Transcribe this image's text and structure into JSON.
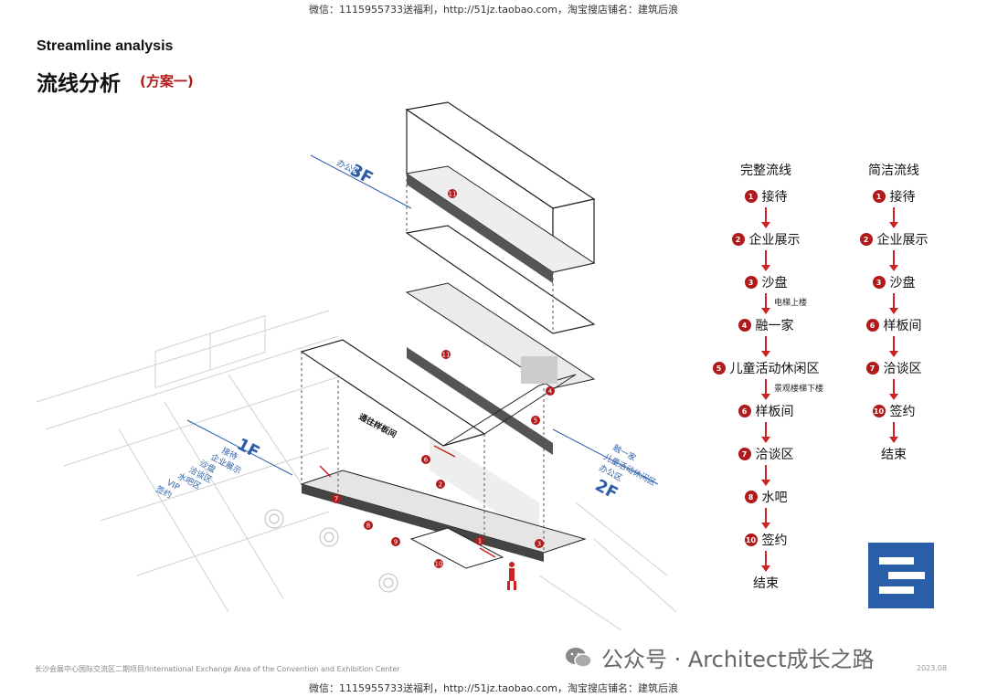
{
  "watermark": {
    "top": "微信：1115955733送福利，http://51jz.taobao.com，淘宝搜店铺名：建筑后浪",
    "bottom": "微信：1115955733送福利，http://51jz.taobao.com，淘宝搜店铺名：建筑后浪"
  },
  "header": {
    "title_en": "Streamline analysis",
    "title_cn": "流线分析",
    "subtitle": "(方案一)"
  },
  "diagram": {
    "floor3_label": "3F",
    "floor3_sub": "办公区",
    "floor2_label": "2F",
    "floor2_sub": [
      "融一家",
      "儿童活动休闲区",
      "办公区"
    ],
    "floor1_label": "1F",
    "floor1_sub": [
      "接待",
      "企业展示",
      "沙盘",
      "洽谈区",
      "水吧区",
      "VIP",
      "签约"
    ],
    "stair_note": "通往样板间",
    "markers": [
      "1",
      "2",
      "3",
      "4",
      "5",
      "6",
      "7",
      "8",
      "9",
      "10",
      "11"
    ]
  },
  "flow_full": {
    "title": "完整流线",
    "steps": [
      {
        "num": "1",
        "label": "接待"
      },
      {
        "num": "2",
        "label": "企业展示"
      },
      {
        "num": "3",
        "label": "沙盘"
      },
      {
        "num": "4",
        "label": "融一家"
      },
      {
        "num": "5",
        "label": "儿童活动休闲区"
      },
      {
        "num": "6",
        "label": "样板间"
      },
      {
        "num": "7",
        "label": "洽谈区"
      },
      {
        "num": "8",
        "label": "水吧"
      },
      {
        "num": "10",
        "label": "签约"
      },
      {
        "num": "",
        "label": "结束"
      }
    ],
    "notes": {
      "after_3": "电梯上楼",
      "after_5": "景观楼梯下楼"
    }
  },
  "flow_simple": {
    "title": "简洁流线",
    "steps": [
      {
        "num": "1",
        "label": "接待"
      },
      {
        "num": "2",
        "label": "企业展示"
      },
      {
        "num": "3",
        "label": "沙盘"
      },
      {
        "num": "6",
        "label": "样板间"
      },
      {
        "num": "7",
        "label": "洽谈区"
      },
      {
        "num": "10",
        "label": "签约"
      },
      {
        "num": "",
        "label": "结束"
      }
    ]
  },
  "wechat": {
    "text": "公众号 · Architect成长之路",
    "icon": "wechat-icon"
  },
  "footer": {
    "left": "长沙会展中心国际交流区二期项目/International Exchange Area of the Convention and Exhibition Center",
    "right": "2023.08"
  },
  "colors": {
    "accent": "#b01a1a",
    "floor_label": "#2a5ea8",
    "logo": "#2a5ea8"
  }
}
